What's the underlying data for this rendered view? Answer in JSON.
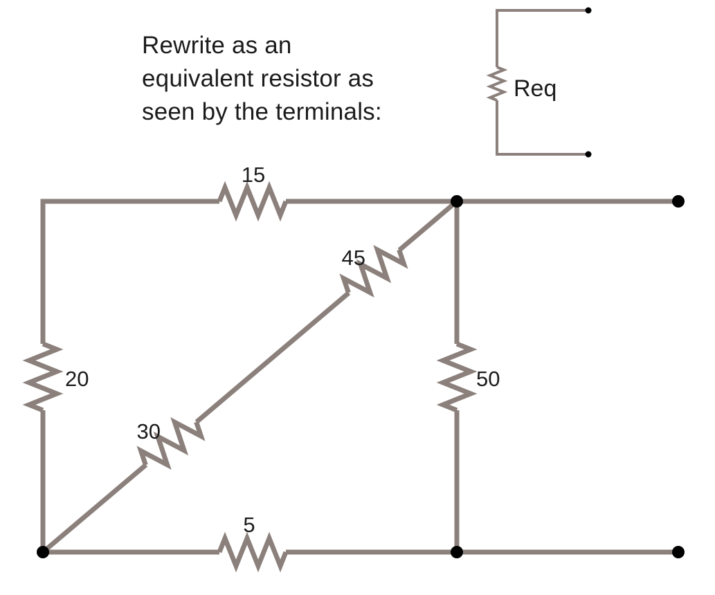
{
  "instruction": {
    "lines": [
      "Rewrite as an",
      "equivalent resistor as",
      "seen by the terminals:"
    ]
  },
  "equivalent": {
    "label": "Req"
  },
  "resistor_labels": {
    "r15": "15",
    "r45": "45",
    "r20": "20",
    "r30": "30",
    "r5": "5",
    "r50": "50"
  },
  "colors": {
    "bg": "#ffffff",
    "wire": "#8b807b",
    "dot": "#000000",
    "text": "#1b1b1b"
  }
}
